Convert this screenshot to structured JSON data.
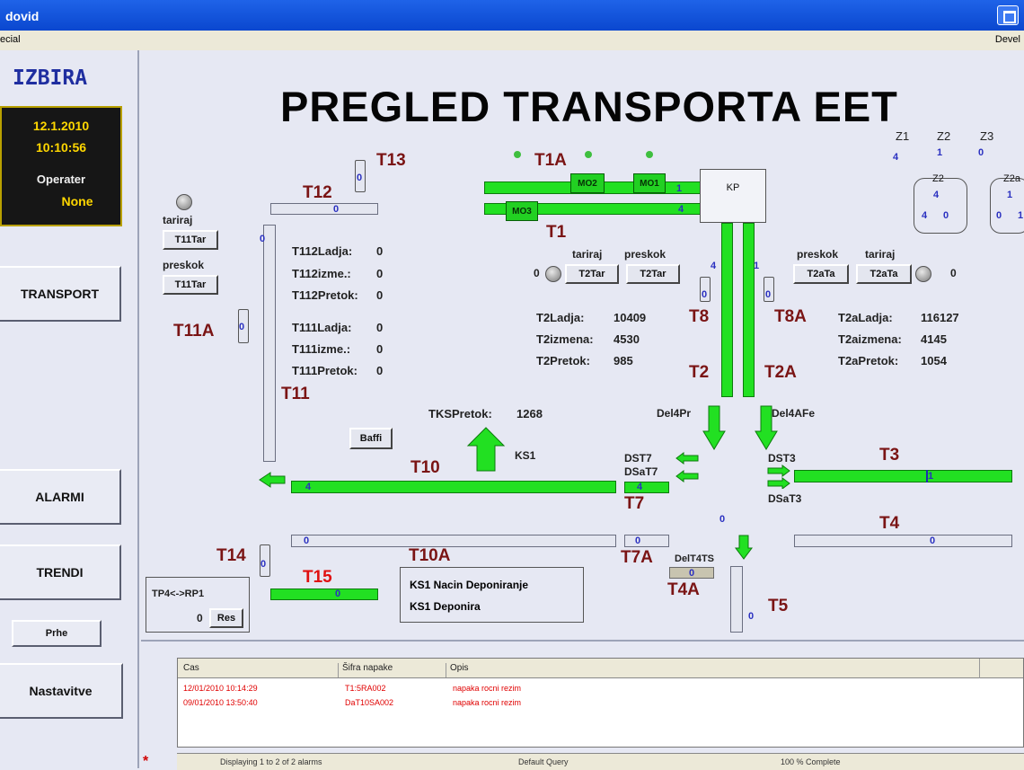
{
  "window": {
    "title": "dovid"
  },
  "menubar": {
    "left": "ecial",
    "right": "Devel"
  },
  "sidebar": {
    "heading": "IZBIRA",
    "date": "12.1.2010",
    "time": "10:10:56",
    "operator_label": "Operater",
    "operator_value": "None",
    "transport": "TRANSPORT",
    "alarmi": "ALARMI",
    "trendi": "TRENDI",
    "prhe": "Prhe",
    "nastavitve": "Nastavitve"
  },
  "page_title": "PREGLED TRANSPORTA EET",
  "labels": {
    "T13": "T13",
    "T12": "T12",
    "T1A": "T1A",
    "T1": "T1",
    "T11A": "T11A",
    "T11": "T11",
    "T8": "T8",
    "T8A": "T8A",
    "T2": "T2",
    "T2A": "T2A",
    "T10": "T10",
    "T7": "T7",
    "T3": "T3",
    "T4": "T4",
    "T14": "T14",
    "T15": "T15",
    "T10A": "T10A",
    "T7A": "T7A",
    "T4A": "T4A",
    "T5": "T5"
  },
  "boxes": {
    "mo2": "MO2",
    "mo1": "MO1",
    "mo3": "MO3",
    "kp": "KP"
  },
  "zones": {
    "z1": "Z1",
    "z2": "Z2",
    "z3": "Z3",
    "z1v": "4",
    "z2v": "1",
    "z3v": "0",
    "box_z2": "Z2",
    "box_z2_top": "4",
    "box_z2_l": "4",
    "box_z2_r": "0",
    "box_z2a": "Z2a",
    "box_z2a_top": "1",
    "box_z2a_l": "0",
    "box_z2a_r": "1"
  },
  "left_buttons": {
    "tariraj": "tariraj",
    "t11tar": "T11Tar",
    "preskok": "preskok",
    "t11tar2": "T11Tar"
  },
  "stats_t112": {
    "ladja_label": "T112Ladja:",
    "ladja": "0",
    "izmena_label": "T112izme.:",
    "izmena": "0",
    "pretok_label": "T112Pretok:",
    "pretok": "0"
  },
  "stats_t111": {
    "ladja_label": "T111Ladja:",
    "ladja": "0",
    "izmena_label": "T111izme.:",
    "izmena": "0",
    "pretok_label": "T111Pretok:",
    "pretok": "0"
  },
  "t2_controls": {
    "tariraj": "tariraj",
    "preskok": "preskok",
    "btn1": "T2Tar",
    "btn2": "T2Tar",
    "value": "0"
  },
  "t2a_controls": {
    "preskok": "preskok",
    "tariraj": "tariraj",
    "btn1": "T2aTa",
    "btn2": "T2aTa",
    "value": "0"
  },
  "stats_t2": {
    "ladja_label": "T2Ladja:",
    "ladja": "10409",
    "izmena_label": "T2izmena:",
    "izmena": "4530",
    "pretok_label": "T2Pretok:",
    "pretok": "985"
  },
  "stats_t2a": {
    "ladja_label": "T2aLadja:",
    "ladja": "116127",
    "izmena_label": "T2aizmena:",
    "izmena": "4145",
    "pretok_label": "T2aPretok:",
    "pretok": "1054"
  },
  "tks": {
    "label": "TKSPretok:",
    "value": "1268",
    "ks1": "KS1"
  },
  "baffi": "Baffi",
  "flow": {
    "del4pr": "Del4Pr",
    "del4afe": "Del4AFe",
    "dst7": "DST7",
    "dsat7": "DSaT7",
    "dst3": "DST3",
    "dsat3": "DSaT3",
    "delt4ts": "DelT4TS"
  },
  "numbers": {
    "t13": "0",
    "t12": "0",
    "t11": "0",
    "t11a": "0",
    "t1a": "1",
    "t1": "4",
    "t8": "0",
    "t8a": "0",
    "t2": "4",
    "t2a": "1",
    "t10": "4",
    "t7": "4",
    "t3": "1",
    "t4": "0",
    "t10a": "0",
    "t7a": "0",
    "mid": "0",
    "t4a": "0",
    "t14": "0",
    "t15": "0",
    "t5": "0"
  },
  "tp4": {
    "label": "TP4<->RP1",
    "value": "0",
    "reset": "Res"
  },
  "ks1_box": {
    "line1": "KS1 Nacin Deponiranje",
    "line2": "KS1 Deponira"
  },
  "alarms": {
    "headers": [
      "Cas",
      "Šifra napake",
      "Opis"
    ],
    "rows": [
      {
        "time": "12/01/2010 10:14:29",
        "code": "T1:5RA002",
        "desc": "napaka rocni rezim"
      },
      {
        "time": "09/01/2010 13:50:40",
        "code": "DaT10SA002",
        "desc": "napaka rocni rezim"
      }
    ],
    "status_icon": "*",
    "status_text": "Displaying 1 to 2 of 2 alarms",
    "status_query": "Default Query",
    "status_complete": "100 % Complete"
  },
  "colors": {
    "conveyor_active": "#22e022",
    "conveyor_idle": "#e4e6f0",
    "label": "#7a1414",
    "label_alert": "#e01010",
    "alarm_text": "#e00000",
    "background": "#e6e8f3"
  }
}
